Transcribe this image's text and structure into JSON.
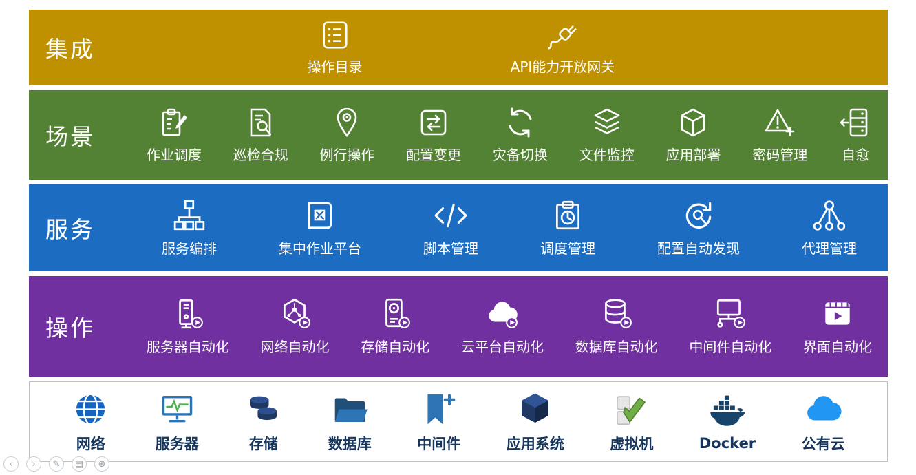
{
  "bands": [
    {
      "id": "integration",
      "label": "集成",
      "color": "#BF9000",
      "items": [
        {
          "name": "operation-catalog",
          "label": "操作目录",
          "icon": "catalog-icon"
        },
        {
          "name": "api-gateway",
          "label": "API能力开放网关",
          "icon": "plug-icon"
        }
      ]
    },
    {
      "id": "scenario",
      "label": "场景",
      "color": "#548235",
      "items": [
        {
          "name": "job-scheduling",
          "label": "作业调度",
          "icon": "clipboard-pencil-icon"
        },
        {
          "name": "inspection-compliance",
          "label": "巡检合规",
          "icon": "doc-search-icon"
        },
        {
          "name": "routine-operation",
          "label": "例行操作",
          "icon": "pin-icon"
        },
        {
          "name": "config-change",
          "label": "配置变更",
          "icon": "swap-arrows-icon"
        },
        {
          "name": "disaster-recovery-switch",
          "label": "灾备切换",
          "icon": "sync-icon"
        },
        {
          "name": "file-monitoring",
          "label": "文件监控",
          "icon": "layers-icon"
        },
        {
          "name": "app-deployment",
          "label": "应用部署",
          "icon": "cube-icon"
        },
        {
          "name": "password-management",
          "label": "密码管理",
          "icon": "warning-icon"
        },
        {
          "name": "self-healing",
          "label": "自愈",
          "icon": "server-heal-icon"
        }
      ]
    },
    {
      "id": "service",
      "label": "服务",
      "color": "#1C6DC1",
      "items": [
        {
          "name": "service-orchestration",
          "label": "服务编排",
          "icon": "orgchart-icon"
        },
        {
          "name": "central-job-platform",
          "label": "集中作业平台",
          "icon": "job-platform-icon"
        },
        {
          "name": "script-management",
          "label": "脚本管理",
          "icon": "code-icon"
        },
        {
          "name": "schedule-management",
          "label": "调度管理",
          "icon": "schedule-icon"
        },
        {
          "name": "config-auto-discovery",
          "label": "配置自动发现",
          "icon": "discover-icon"
        },
        {
          "name": "agent-management",
          "label": "代理管理",
          "icon": "agent-icon"
        }
      ]
    },
    {
      "id": "operation",
      "label": "操作",
      "color": "#7030A0",
      "items": [
        {
          "name": "server-automation",
          "label": "服务器自动化",
          "icon": "server-auto-icon"
        },
        {
          "name": "network-automation",
          "label": "网络自动化",
          "icon": "network-auto-icon"
        },
        {
          "name": "storage-automation",
          "label": "存储自动化",
          "icon": "storage-auto-icon"
        },
        {
          "name": "cloud-automation",
          "label": "云平台自动化",
          "icon": "cloud-auto-icon"
        },
        {
          "name": "database-automation",
          "label": "数据库自动化",
          "icon": "db-auto-icon"
        },
        {
          "name": "middleware-automation",
          "label": "中间件自动化",
          "icon": "middleware-auto-icon"
        },
        {
          "name": "ui-automation",
          "label": "界面自动化",
          "icon": "ui-auto-icon"
        }
      ]
    },
    {
      "id": "resources",
      "label": "",
      "color": "#FFFFFF",
      "items": [
        {
          "name": "network",
          "label": "网络",
          "icon": "globe-icon"
        },
        {
          "name": "server",
          "label": "服务器",
          "icon": "server-monitor-icon"
        },
        {
          "name": "storage",
          "label": "存储",
          "icon": "storage-disks-icon"
        },
        {
          "name": "database",
          "label": "数据库",
          "icon": "database-folder-icon"
        },
        {
          "name": "middleware",
          "label": "中间件",
          "icon": "middleware-flag-icon"
        },
        {
          "name": "app-system",
          "label": "应用系统",
          "icon": "app-cube-icon"
        },
        {
          "name": "virtual-machine",
          "label": "虚拟机",
          "icon": "vm-check-icon"
        },
        {
          "name": "docker",
          "label": "Docker",
          "icon": "docker-icon"
        },
        {
          "name": "public-cloud",
          "label": "公有云",
          "icon": "public-cloud-icon"
        }
      ]
    }
  ],
  "resources_label_color": "#17365D",
  "viewer_controls": [
    {
      "name": "prev",
      "glyph": "‹"
    },
    {
      "name": "next",
      "glyph": "›"
    },
    {
      "name": "pen",
      "glyph": "✎"
    },
    {
      "name": "slides",
      "glyph": "▤"
    },
    {
      "name": "zoom",
      "glyph": "⊕"
    }
  ]
}
